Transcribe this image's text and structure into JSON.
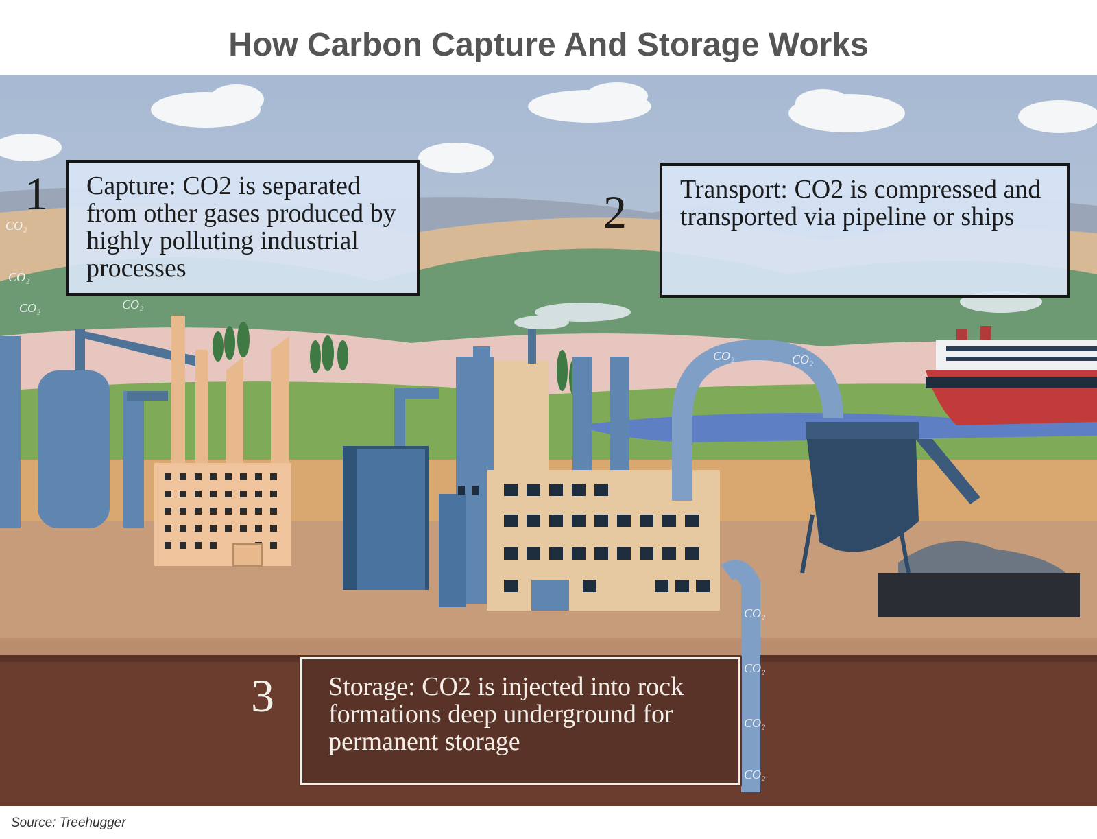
{
  "title": "How Carbon Capture And Storage Works",
  "steps": [
    {
      "number": "1",
      "text": "Capture: CO2 is separated from other gases produced by highly polluting industrial processes"
    },
    {
      "number": "2",
      "text": "Transport: CO2 is compressed and transported via pipeline or ships"
    },
    {
      "number": "3",
      "text": "Storage: CO2 is injected into rock formations deep underground for permanent storage"
    }
  ],
  "illustration_label": "CO₂",
  "source": "Source: Treehugger",
  "colors": {
    "sky": "#aabbd4",
    "ground": "#c59a78",
    "underground": "#6a3d2e",
    "building_blue": "#5f86b0",
    "building_tan": "#e6c9a0",
    "ship_red": "#c23b3b"
  }
}
